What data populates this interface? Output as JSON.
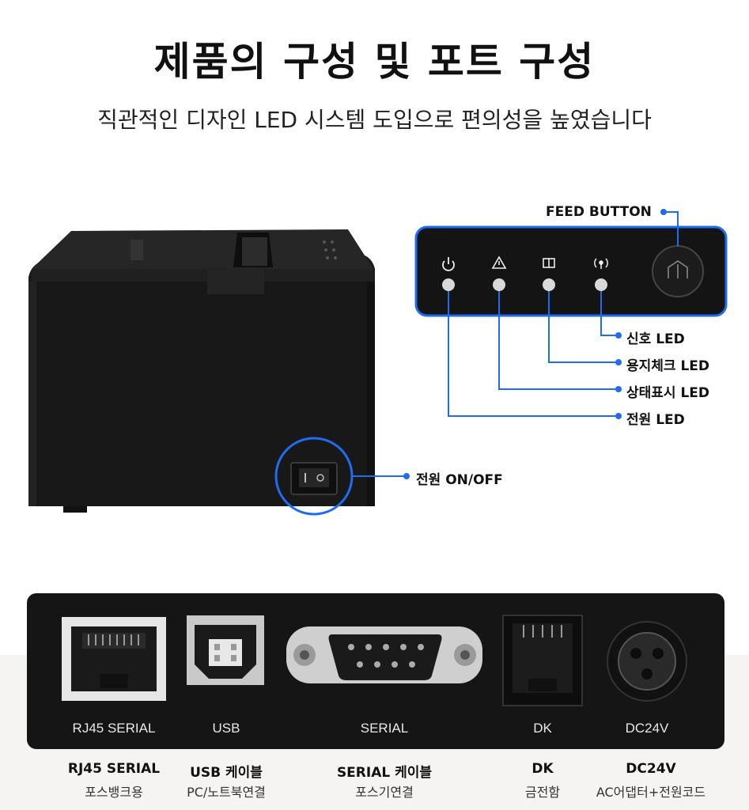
{
  "heading": {
    "title": "제품의 구성 및 포트 구성",
    "subtitle": "직관적인 디자인 LED 시스템 도입으로 편의성을 높였습니다"
  },
  "callouts": {
    "feed_button": "FEED BUTTON",
    "signal_led": "신호 LED",
    "paper_led": "용지체크 LED",
    "status_led": "상태표시 LED",
    "power_led": "전원 LED",
    "power_switch": "전원 ON/OFF"
  },
  "ports": [
    {
      "panel_label": "RJ45 SERIAL",
      "title": "RJ45 SERIAL",
      "desc": "포스뱅크용"
    },
    {
      "panel_label": "USB",
      "title": "USB 케이블",
      "desc": "PC/노트북연결"
    },
    {
      "panel_label": "SERIAL",
      "title": "SERIAL 케이블",
      "desc": "포스기연결"
    },
    {
      "panel_label": "DK",
      "title": "DK",
      "desc": "금전함"
    },
    {
      "panel_label": "DC24V",
      "title": "DC24V",
      "desc": "AC어댑터+전원코드"
    }
  ],
  "colors": {
    "accent": "#1f6cf2",
    "device_body": "#1a1a1a",
    "panel": "#151515"
  },
  "icons": [
    "power-icon",
    "warning-icon",
    "paper-icon",
    "signal-icon",
    "feed-icon"
  ]
}
